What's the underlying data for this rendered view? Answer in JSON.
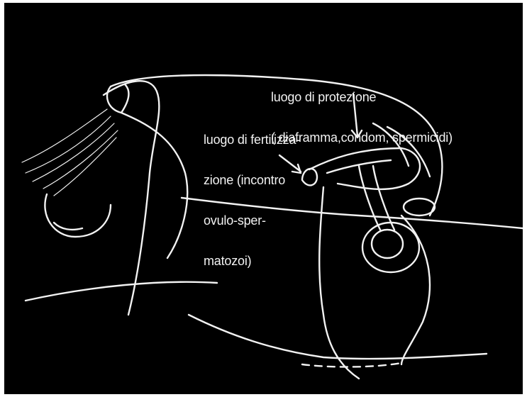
{
  "labels": {
    "protection": {
      "line1": "luogo di protezione",
      "line2": "( diaframma,condom, spermicidi)"
    },
    "fertilization": {
      "line1": "luogo di fertilizza-",
      "line2": "zione (incontro",
      "line3": "ovulo-sper-",
      "line4": "matozoi)"
    }
  },
  "colors": {
    "background": "#000000",
    "lines": "#f2f2f2"
  }
}
